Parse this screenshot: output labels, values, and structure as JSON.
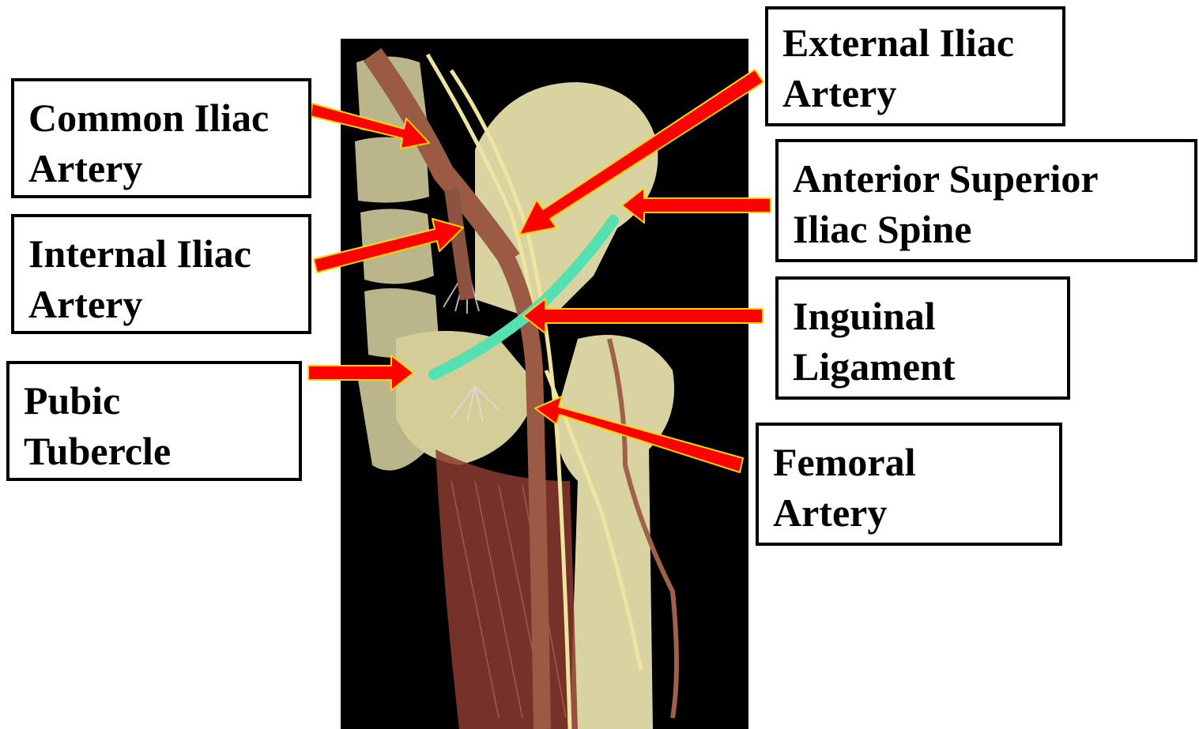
{
  "labels": {
    "common_iliac": {
      "line1": "Common Iliac",
      "line2": "Artery"
    },
    "internal_iliac": {
      "line1": "Internal Iliac",
      "line2": "Artery"
    },
    "pubic_tubercle": {
      "line1": "Pubic",
      "line2": "Tubercle"
    },
    "external_iliac": {
      "line1": "External Iliac",
      "line2": "Artery"
    },
    "asis": {
      "line1": "Anterior Superior",
      "line2": "Iliac Spine"
    },
    "inguinal": {
      "line1": "Inguinal",
      "line2": "Ligament"
    },
    "femoral": {
      "line1": "Femoral",
      "line2": "Artery"
    }
  },
  "colors": {
    "arrow_fill": "#ff0000",
    "arrow_outline": "#ffd400",
    "bone": "#d9d3a2",
    "artery": "#9a5a44",
    "nerve": "#efe3a0",
    "ligament": "#54e0b0",
    "muscle": "#8b3a30",
    "background": "#000000"
  }
}
